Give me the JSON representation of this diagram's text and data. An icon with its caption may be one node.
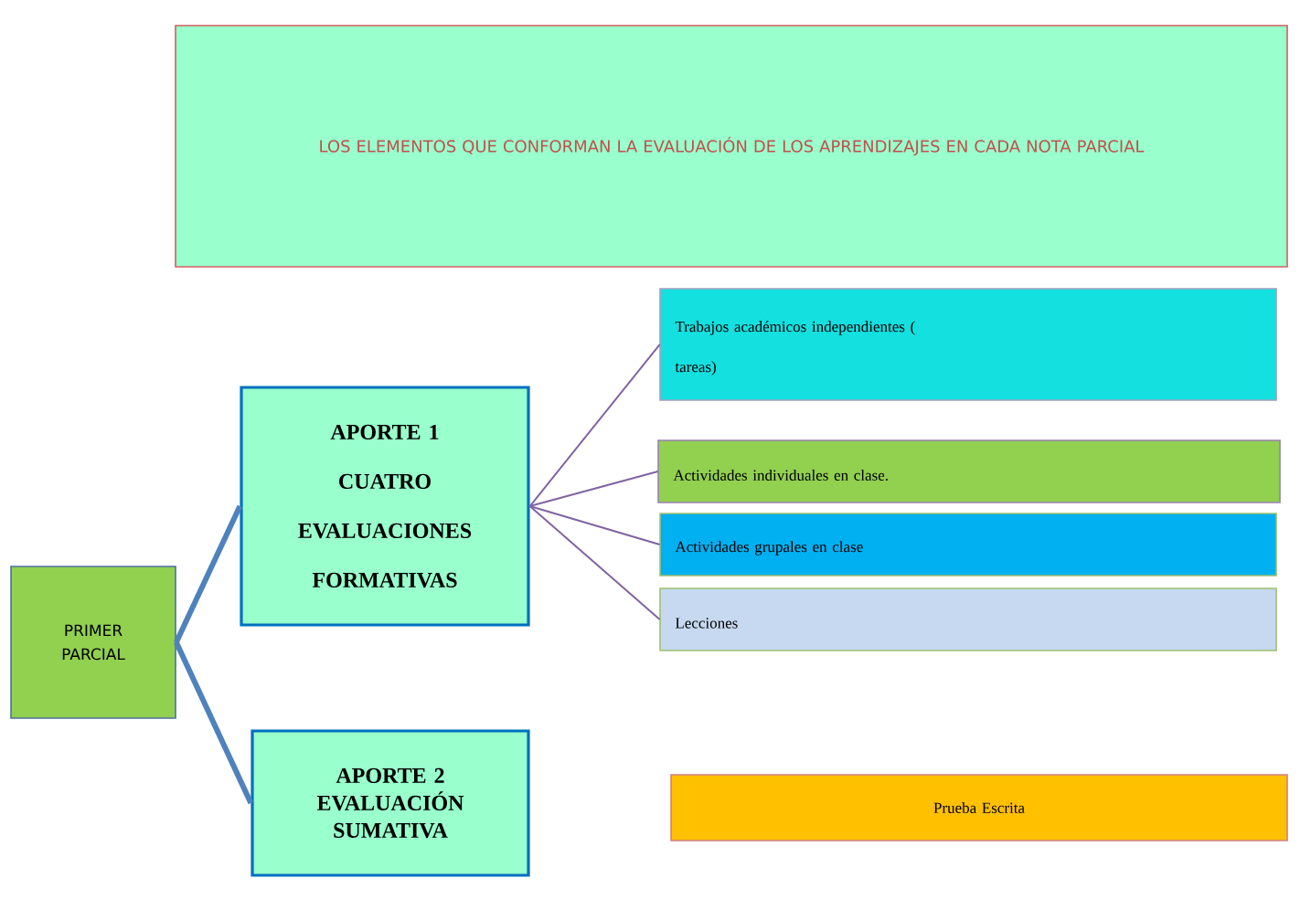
{
  "diagram": {
    "nodes": [
      {
        "text": [
          "LOS ELEMENTOS QUE CONFORMAN LA EVALUACIÓN DE LOS APRENDIZAJES EN CADA NOTA PARCIAL"
        ]
      },
      {
        "text": [
          "PRIMER PARCIAL"
        ]
      },
      {
        "text": [
          "APORTE 1 CUATRO EVALUACIONES FORMATIVAS"
        ]
      },
      {
        "text": [
          "APORTE 2 EVALUACIÓN SUMATIVA"
        ]
      },
      {
        "text": [
          "Trabajos académicos independientes ( tareas)"
        ]
      },
      {
        "text": [
          "Actividades individuales en clase."
        ]
      },
      {
        "text": [
          "Actividades grupales en clase"
        ]
      },
      {
        "text": [
          "Lecciones"
        ]
      },
      {
        "text": [
          "Prueba Escrita"
        ]
      }
    ],
    "edges": [
      {
        "from": 1,
        "to": 2,
        "arrow": "none",
        "style": "thick",
        "color": "#4f81bd"
      },
      {
        "from": 1,
        "to": 3,
        "arrow": "none",
        "style": "thick",
        "color": "#4f81bd"
      },
      {
        "from": 2,
        "to": 4,
        "arrow": "none"
      },
      {
        "from": 2,
        "to": 5,
        "arrow": "none"
      },
      {
        "from": 2,
        "to": 6,
        "arrow": "none"
      },
      {
        "from": 2,
        "to": 7,
        "arrow": "none"
      }
    ]
  }
}
